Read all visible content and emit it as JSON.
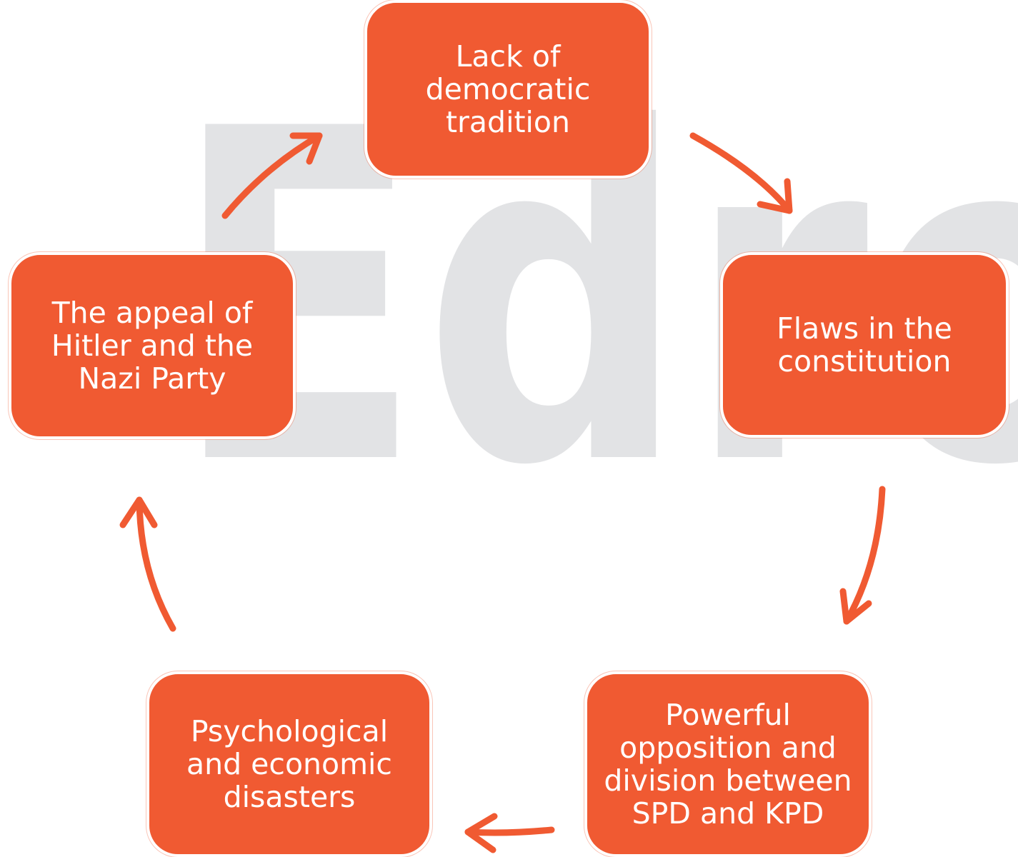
{
  "watermark": {
    "text": "Edro",
    "color": "#e2e3e5"
  },
  "colors": {
    "node_fill": "#f05a32",
    "arrow": "#f05a32",
    "node_text": "#ffffff"
  },
  "cycle": {
    "nodes": [
      {
        "label": "Lack of democratic tradition"
      },
      {
        "label": "Flaws in the constitution"
      },
      {
        "label": "Powerful opposition and division between SPD and KPD"
      },
      {
        "label": "Psychological and economic disasters"
      },
      {
        "label": "The appeal of Hitler and the Nazi Party"
      }
    ]
  }
}
